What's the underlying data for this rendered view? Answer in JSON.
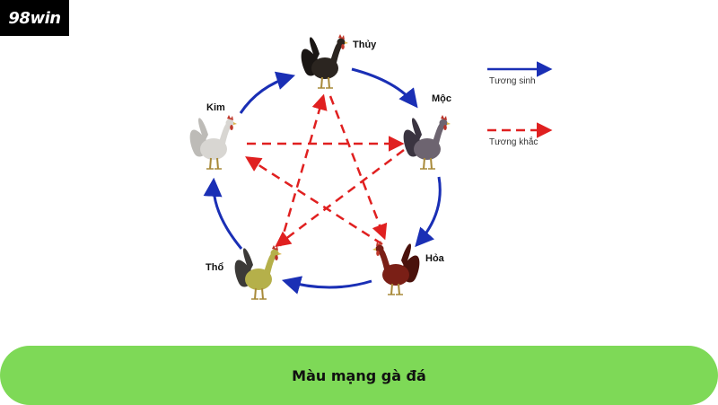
{
  "brand": {
    "logo_text": "98win"
  },
  "nodes": [
    {
      "key": "thuy",
      "label": "Thủy",
      "body_color": "#2b2520",
      "tail_color": "#1a1614",
      "comb_color": "#c0392b"
    },
    {
      "key": "moc",
      "label": "Mộc",
      "body_color": "#6d6470",
      "tail_color": "#3a3440",
      "comb_color": "#b83228"
    },
    {
      "key": "hoa",
      "label": "Hỏa",
      "body_color": "#7a1f16",
      "tail_color": "#4a120c",
      "comb_color": "#c0392b"
    },
    {
      "key": "tho",
      "label": "Thổ",
      "body_color": "#b5b04a",
      "tail_color": "#3c3a38",
      "comb_color": "#b83228"
    },
    {
      "key": "kim",
      "label": "Kim",
      "body_color": "#d8d6d2",
      "tail_color": "#bdbbb7",
      "comb_color": "#c0392b"
    }
  ],
  "legend": {
    "generate_label": "Tương sinh",
    "overcome_label": "Tương khắc"
  },
  "colors": {
    "generate": "#1a2fb5",
    "overcome": "#e02020",
    "banner": "#7ed957"
  },
  "banner": {
    "text": "Màu mạng gà đá"
  }
}
